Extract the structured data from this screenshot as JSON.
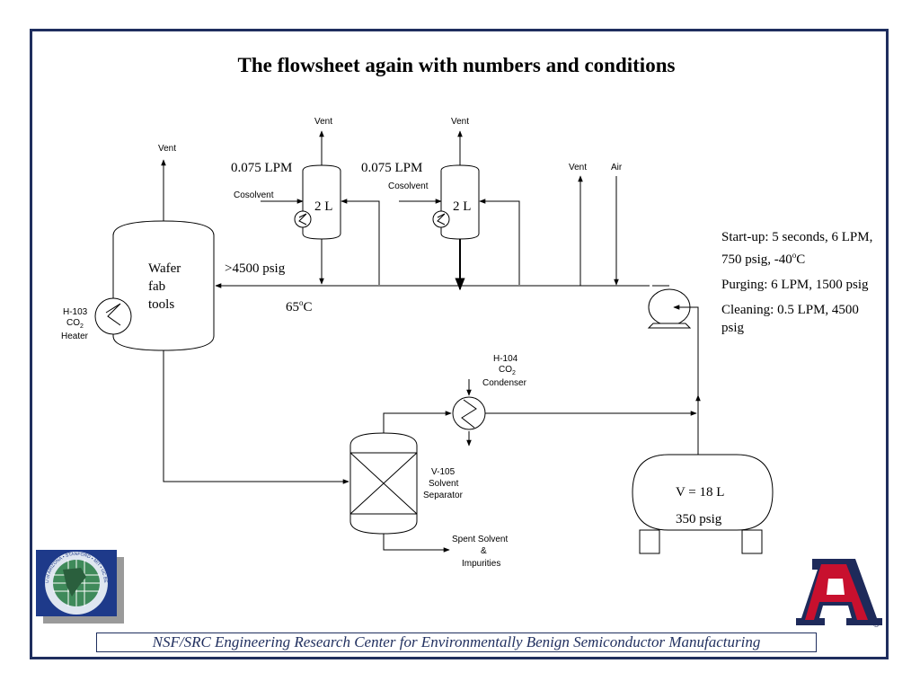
{
  "title": "The flowsheet again with numbers and conditions",
  "labels": {
    "vent": "Vent",
    "air": "Air",
    "cosolvent": "Cosolvent",
    "flow_rate": "0.075 LPM",
    "vessel_volume": "2 L",
    "wafer_line1": "Wafer",
    "wafer_line2": "fab",
    "wafer_line3": "tools",
    "pressure_high": ">4500 psig",
    "temp_prefix": "65",
    "temp_sup": "o",
    "temp_suffix": "C",
    "h103_line1": "H-103",
    "h103_line2_pre": "CO",
    "h103_line2_sub": "2",
    "h103_line3": "Heater",
    "h104_line1": "H-104",
    "h104_line2_pre": "CO",
    "h104_line2_sub": "2",
    "h104_line3": "Condenser",
    "v105_line1": "V-105",
    "v105_line2": "Solvent",
    "v105_line3": "Separator",
    "spent_line1": "Spent Solvent",
    "spent_line2": "&",
    "spent_line3": "Impurities",
    "tank_volume": "V = 18 L",
    "tank_pressure": "350 psig"
  },
  "notes": {
    "startup_pre": "Start-up: 5 seconds, 6 LPM, 750 psig, -40",
    "startup_sup": "o",
    "startup_post": "C",
    "purging": "Purging: 6 LPM, 1500 psig",
    "cleaning": "Cleaning: 0.5 LPM, 4500 psig"
  },
  "footer": "NSF/SRC Engineering Research Center for Environmentally Benign Semiconductor Manufacturing",
  "logos": {
    "left_ring_text": "U of ARIZONA • STANFORD • MIT • UC BERKELEY",
    "right_letter": "A",
    "registered": "®"
  },
  "colors": {
    "frame": "#1f2e5e",
    "ua_red": "#c8102e",
    "ua_navy": "#1e2a5a",
    "globe_green": "#3f8a5a"
  }
}
